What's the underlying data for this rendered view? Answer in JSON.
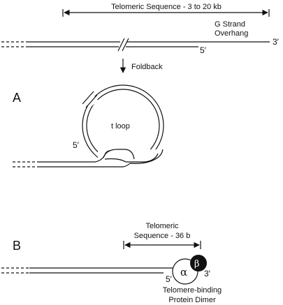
{
  "top": {
    "span_label": "Telomeric Sequence - 3 to 20 kb",
    "overhang_line1": "G Strand",
    "overhang_line2": "Overhang",
    "end_3prime": "3′",
    "end_5prime": "5′",
    "step_label": "Foldback"
  },
  "panel_a": {
    "letter": "A",
    "loop_label": "t loop",
    "end_5prime": "5′"
  },
  "panel_b": {
    "letter": "B",
    "span_line1": "Telomeric",
    "span_line2": "Sequence - 36 b",
    "alpha": "α",
    "beta": "β",
    "end_3prime": "3′",
    "end_5prime": "5′",
    "protein_line1": "Telomere-binding",
    "protein_line2": "Protein Dimer"
  }
}
